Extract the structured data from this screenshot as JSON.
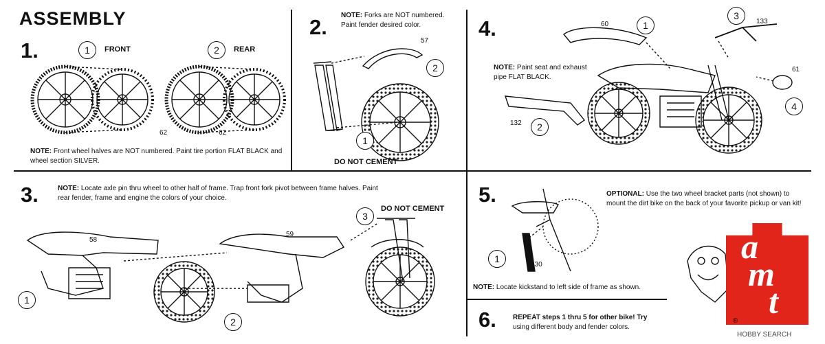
{
  "title": "ASSEMBLY",
  "steps": {
    "s1": {
      "num": "1.",
      "front_label": "FRONT",
      "front_circle": "1",
      "rear_label": "REAR",
      "rear_circle": "2",
      "part_a": "62",
      "part_b": "62",
      "note_head": "NOTE:",
      "note_body": "Front wheel halves are NOT numbered. Paint tire portion FLAT BLACK and wheel section SILVER."
    },
    "s2": {
      "num": "2.",
      "note_head": "NOTE:",
      "note_body": "Forks are NOT numbered. Paint fender desired color.",
      "part": "57",
      "circle_a": "2",
      "circle_b": "1",
      "bottom": "DO NOT CEMENT"
    },
    "s3": {
      "num": "3.",
      "note_head": "NOTE:",
      "note_body": "Locate axle pin thru wheel to other half of frame. Trap front fork pivot between frame halves. Paint rear fender, frame and engine the colors of your choice.",
      "part_a": "58",
      "part_b": "59",
      "circle_1": "1",
      "circle_2": "2",
      "circle_3": "3",
      "dnc": "DO NOT CEMENT"
    },
    "s4": {
      "num": "4.",
      "note_head": "NOTE:",
      "note_body": "Paint seat and exhaust pipe FLAT BLACK.",
      "part_60": "60",
      "part_133": "133",
      "part_61": "61",
      "part_132": "132",
      "circle_1": "1",
      "circle_2": "2",
      "circle_3": "3",
      "circle_4": "4"
    },
    "s5": {
      "num": "5.",
      "opt_head": "OPTIONAL:",
      "opt_body": "Use the two wheel bracket parts (not shown) to mount the dirt bike on the back of your favorite pickup or van kit!",
      "part": "130",
      "circle": "1",
      "note_head": "NOTE:",
      "note_body": "Locate kickstand to left side of frame as shown."
    },
    "s6": {
      "num": "6.",
      "line1": "REPEAT steps 1 thru 5 for other bike! Try",
      "line2": "using different body and fender colors."
    }
  },
  "brand": {
    "letters": [
      "a",
      "m",
      "t"
    ],
    "registered": "®",
    "color": "#e1251b"
  },
  "watermark": "HOBBY SEARCH"
}
